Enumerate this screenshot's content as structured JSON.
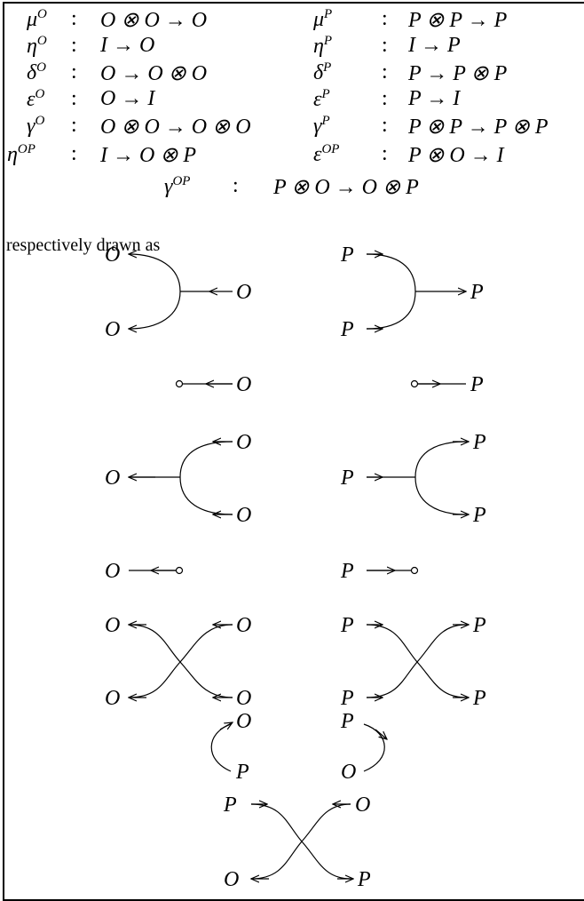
{
  "equations": [
    {
      "sym": "μ",
      "sup": "O",
      "sig": "O ⊗ O → O"
    },
    {
      "sym": "μ",
      "sup": "P",
      "sig": "P ⊗ P → P"
    },
    {
      "sym": "η",
      "sup": "O",
      "sig": "I → O"
    },
    {
      "sym": "η",
      "sup": "P",
      "sig": "I → P"
    },
    {
      "sym": "δ",
      "sup": "O",
      "sig": "O → O ⊗ O"
    },
    {
      "sym": "δ",
      "sup": "P",
      "sig": "P → P ⊗ P"
    },
    {
      "sym": "ε",
      "sup": "O",
      "sig": "O → I"
    },
    {
      "sym": "ε",
      "sup": "P",
      "sig": "P → I"
    },
    {
      "sym": "γ",
      "sup": "O",
      "sig": "O ⊗ O → O ⊗ O"
    },
    {
      "sym": "γ",
      "sup": "P",
      "sig": "P ⊗ P → P ⊗ P"
    },
    {
      "sym": "η",
      "sup": "OP",
      "sig": "I → O ⊗ P"
    },
    {
      "sym": "ε",
      "sup": "OP",
      "sig": "P ⊗ O → I"
    },
    {
      "sym": "γ",
      "sup": "OP",
      "sig": "P ⊗ O → O ⊗ P"
    }
  ],
  "colon": ":",
  "caption": "respectively drawn as",
  "labels": {
    "O": "O",
    "P": "P"
  }
}
